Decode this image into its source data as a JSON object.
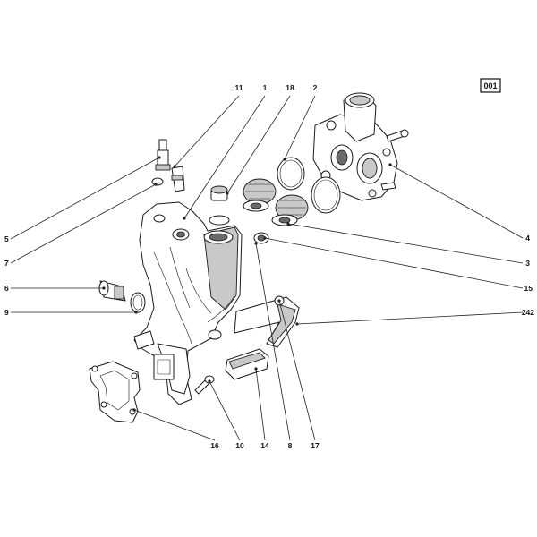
{
  "badge": "001",
  "callouts": {
    "c11": "11",
    "c1": "1",
    "c18": "18",
    "c2": "2",
    "c5": "5",
    "c7": "7",
    "c6": "6",
    "c9": "9",
    "c4": "4",
    "c3": "3",
    "c15": "15",
    "c242": "242",
    "c16": "16",
    "c10": "10",
    "c14": "14",
    "c8": "8",
    "c17": "17"
  }
}
